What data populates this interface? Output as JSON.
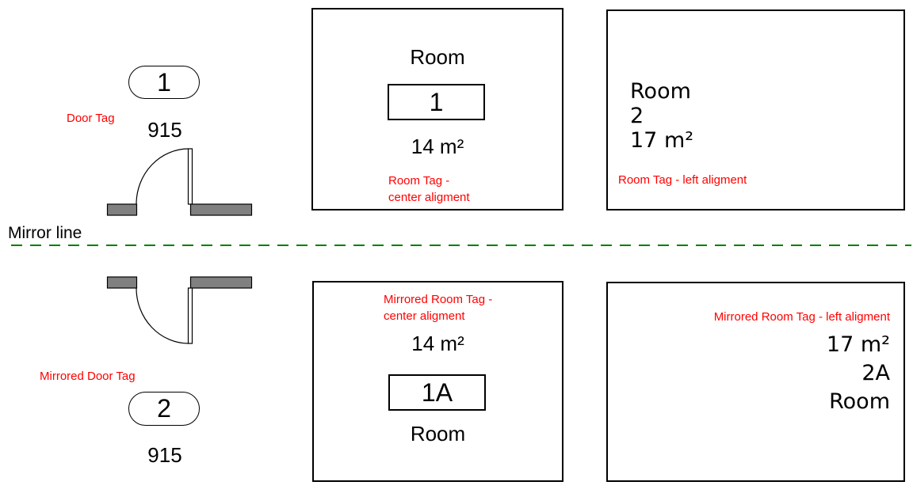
{
  "colors": {
    "annotation_red": "#ff0000",
    "mirror_green": "#007f00",
    "wall_gray": "#808080"
  },
  "mirror": {
    "label": "Mirror line"
  },
  "door_tag": {
    "label": "Door Tag",
    "number": "1",
    "width_value": "915"
  },
  "mirrored_door_tag": {
    "label": "Mirrored Door Tag",
    "number": "2",
    "width_value": "915"
  },
  "room_center": {
    "name": "Room",
    "number": "1",
    "area": "14 m²",
    "annotation_line1": "Room Tag -",
    "annotation_line2": "center aligment"
  },
  "room_left": {
    "name": "Room",
    "number": "2",
    "area": "17 m²",
    "annotation": "Room Tag - left aligment"
  },
  "mirrored_room_center": {
    "annotation_line1": "Mirrored Room Tag -",
    "annotation_line2": "center aligment",
    "area": "14 m²",
    "number": "1A",
    "name": "Room"
  },
  "mirrored_room_left": {
    "annotation": "Mirrored Room Tag - left aligment",
    "area": "17 m²",
    "number": "2A",
    "name": "Room"
  }
}
